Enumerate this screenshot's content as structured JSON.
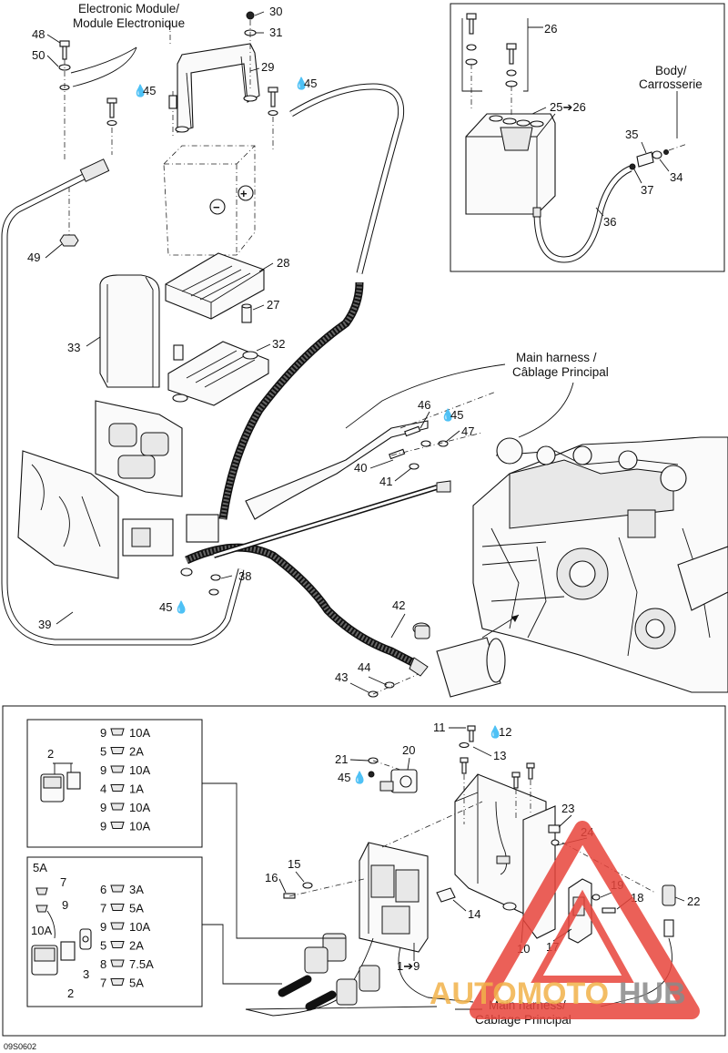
{
  "top_section": {
    "electronic_module_label": [
      "Electronic Module/",
      "Module Electronique"
    ],
    "body_label": [
      "Body/",
      "Carrosserie"
    ],
    "main_harness_label": [
      "Main harness /",
      "Câblage Principal"
    ],
    "lubricant_symbol": "💧",
    "callouts": {
      "c48": "48",
      "c50": "50",
      "c45a": "45",
      "c30": "30",
      "c31": "31",
      "c29": "29",
      "c45b": "45",
      "c49": "49",
      "c28": "28",
      "c27": "27",
      "c33": "33",
      "c32": "32",
      "c26": "26",
      "c25": "25➔26",
      "c35": "35",
      "c34": "34",
      "c37": "37",
      "c36": "36",
      "c46": "46",
      "c45c": "45",
      "c47": "47",
      "c40": "40",
      "c41": "41",
      "c38": "38",
      "c45d": "45",
      "c39": "39",
      "c42": "42",
      "c44": "44",
      "c43": "43"
    }
  },
  "bottom_section": {
    "main_harness_label": [
      "Main harness/",
      "Câblage Principal"
    ],
    "callouts": {
      "c11": "11",
      "c12": "12",
      "c13": "13",
      "c21": "21",
      "c20": "20",
      "c45": "45",
      "c23": "23",
      "c24": "24",
      "c15": "15",
      "c16": "16",
      "c14": "14",
      "c19": "19",
      "c18": "18",
      "c22": "22",
      "c10": "10",
      "c17": "17",
      "c1to9": "1➔9"
    },
    "fuse_box_1": {
      "part_label": "2",
      "rows": [
        {
          "num": "9",
          "amp": "10A"
        },
        {
          "num": "5",
          "amp": "2A"
        },
        {
          "num": "9",
          "amp": "10A"
        },
        {
          "num": "4",
          "amp": "1A"
        },
        {
          "num": "9",
          "amp": "10A"
        },
        {
          "num": "9",
          "amp": "10A"
        }
      ]
    },
    "fuse_box_2": {
      "top_amp": "5A",
      "mid_amp": "10A",
      "c7": "7",
      "c9": "9",
      "c3": "3",
      "c2": "2",
      "rows": [
        {
          "num": "6",
          "amp": "3A"
        },
        {
          "num": "7",
          "amp": "5A"
        },
        {
          "num": "9",
          "amp": "10A"
        },
        {
          "num": "5",
          "amp": "2A"
        },
        {
          "num": "8",
          "amp": "7.5A"
        },
        {
          "num": "7",
          "amp": "5A"
        }
      ]
    }
  },
  "watermark": {
    "text_a": "AUTOMOTO",
    "text_b": "HUB",
    "color": "#e8453c",
    "color2": "#f2b24a"
  },
  "diagram_code": "09S0602"
}
